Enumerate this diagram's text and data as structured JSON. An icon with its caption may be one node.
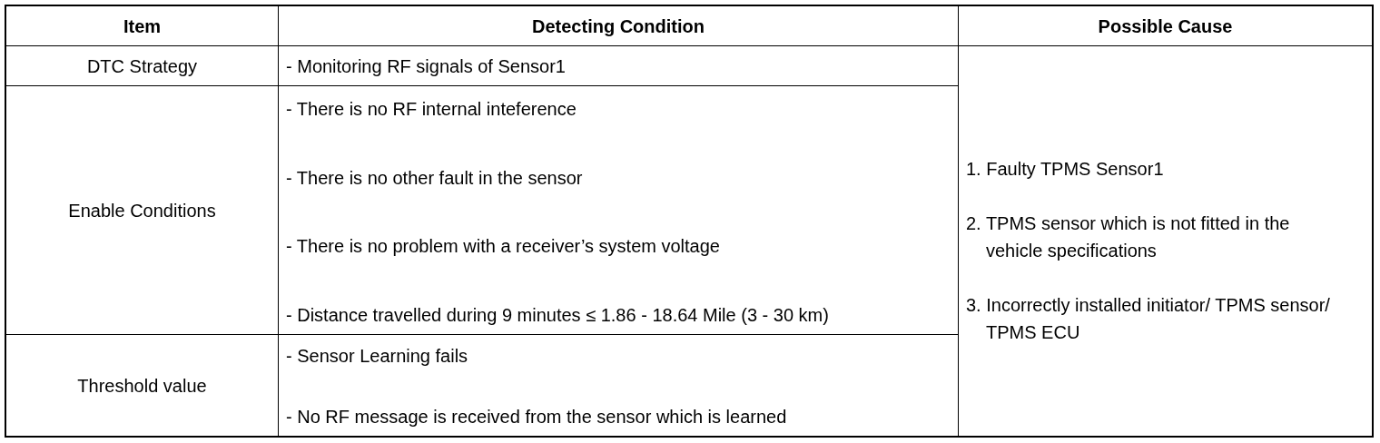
{
  "diagram": {
    "labels": [
      "Item",
      "Detecting Condition",
      "Possible Cause",
      "DTC Strategy",
      "- Monitoring RF signals of Sensor1",
      "1. Faulty TPMS Sensor1",
      "2. TPMS sensor which is not fitted in the vehicle specifications",
      "3. Incorrectly installed initiator/ TPMS sensor/ TPMS ECU",
      "Enable Conditions",
      "- There is no RF internal inteference",
      "- There is no other fault in the sensor",
      "- There is no problem with a receiver’s system voltage",
      "- Distance travelled during 9 minutes ≤ 1.86 - 18.64 Mile (3 - 30 km)",
      "Threshold value",
      "- Sensor Learning fails",
      "- No RF message is received from the sensor which is learned"
    ]
  }
}
